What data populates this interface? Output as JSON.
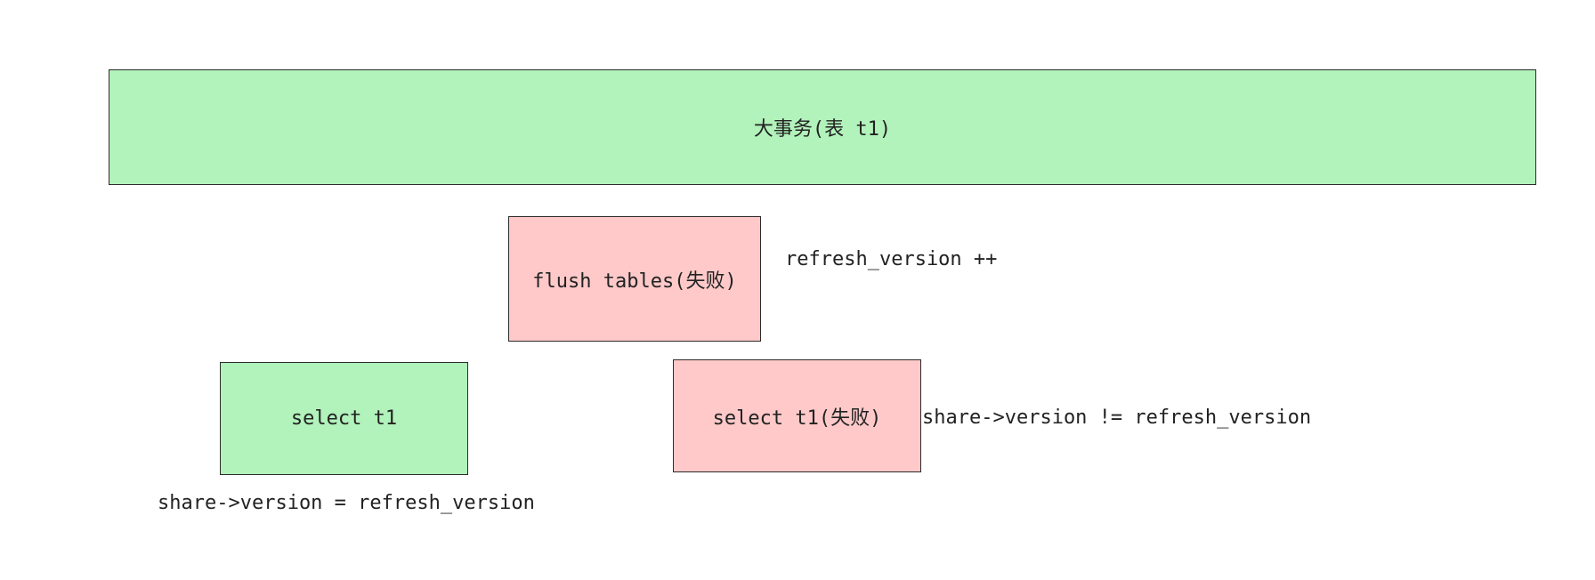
{
  "colors": {
    "success_fill": "#b2f2bb",
    "failure_fill": "#ffc9c9",
    "stroke": "#2b2b2b"
  },
  "boxes": {
    "big_transaction": "大事务(表 t1)",
    "flush_tables": "flush tables(失败)",
    "select_ok": "select t1",
    "select_failed": "select t1(失败)"
  },
  "notes": {
    "refresh_inc": "refresh_version ++",
    "version_neq": "share->version != refresh_version",
    "version_eq": "share->version = refresh_version"
  }
}
